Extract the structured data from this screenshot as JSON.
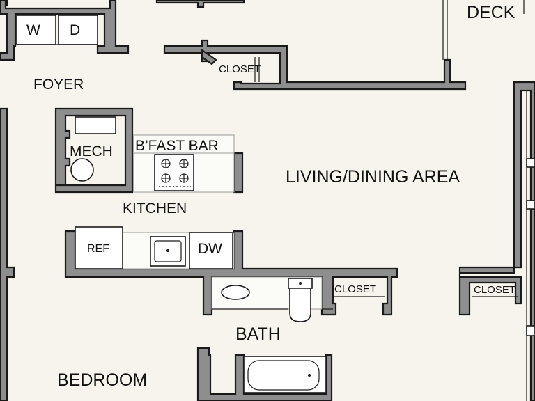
{
  "plan": {
    "rooms": {
      "deck": "DECK",
      "foyer": "FOYER",
      "closet_entry": "CLOSET",
      "mech": "MECH",
      "bfast_bar": "B’FAST BAR",
      "living_dining": "LIVING/DINING AREA",
      "kitchen": "KITCHEN",
      "bath": "BATH",
      "closet_bath": "CLOSET",
      "closet_bedroom": "CLOSET",
      "bedroom": "BEDROOM"
    },
    "appliances": {
      "washer": "W",
      "dryer": "D",
      "refrigerator": "REF",
      "dishwasher": "DW"
    }
  }
}
